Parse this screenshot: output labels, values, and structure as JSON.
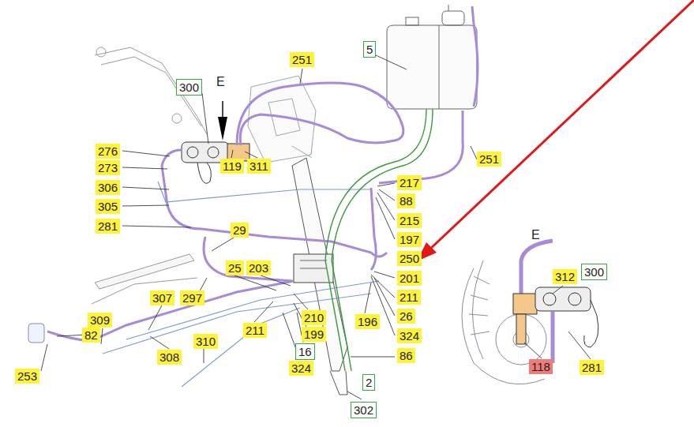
{
  "diagram": {
    "labels": [
      "300",
      "E",
      "251",
      "5",
      "276",
      "273",
      "119",
      "311",
      "251",
      "306",
      "217",
      "88",
      "305",
      "215",
      "281",
      "29",
      "197",
      "E",
      "312",
      "300",
      "250",
      "25",
      "203",
      "201",
      "307",
      "297",
      "211",
      "210",
      "196",
      "26",
      "309",
      "82",
      "199",
      "324",
      "211",
      "310",
      "308",
      "86",
      "16",
      "118",
      "281",
      "324",
      "2",
      "253",
      "302"
    ]
  }
}
